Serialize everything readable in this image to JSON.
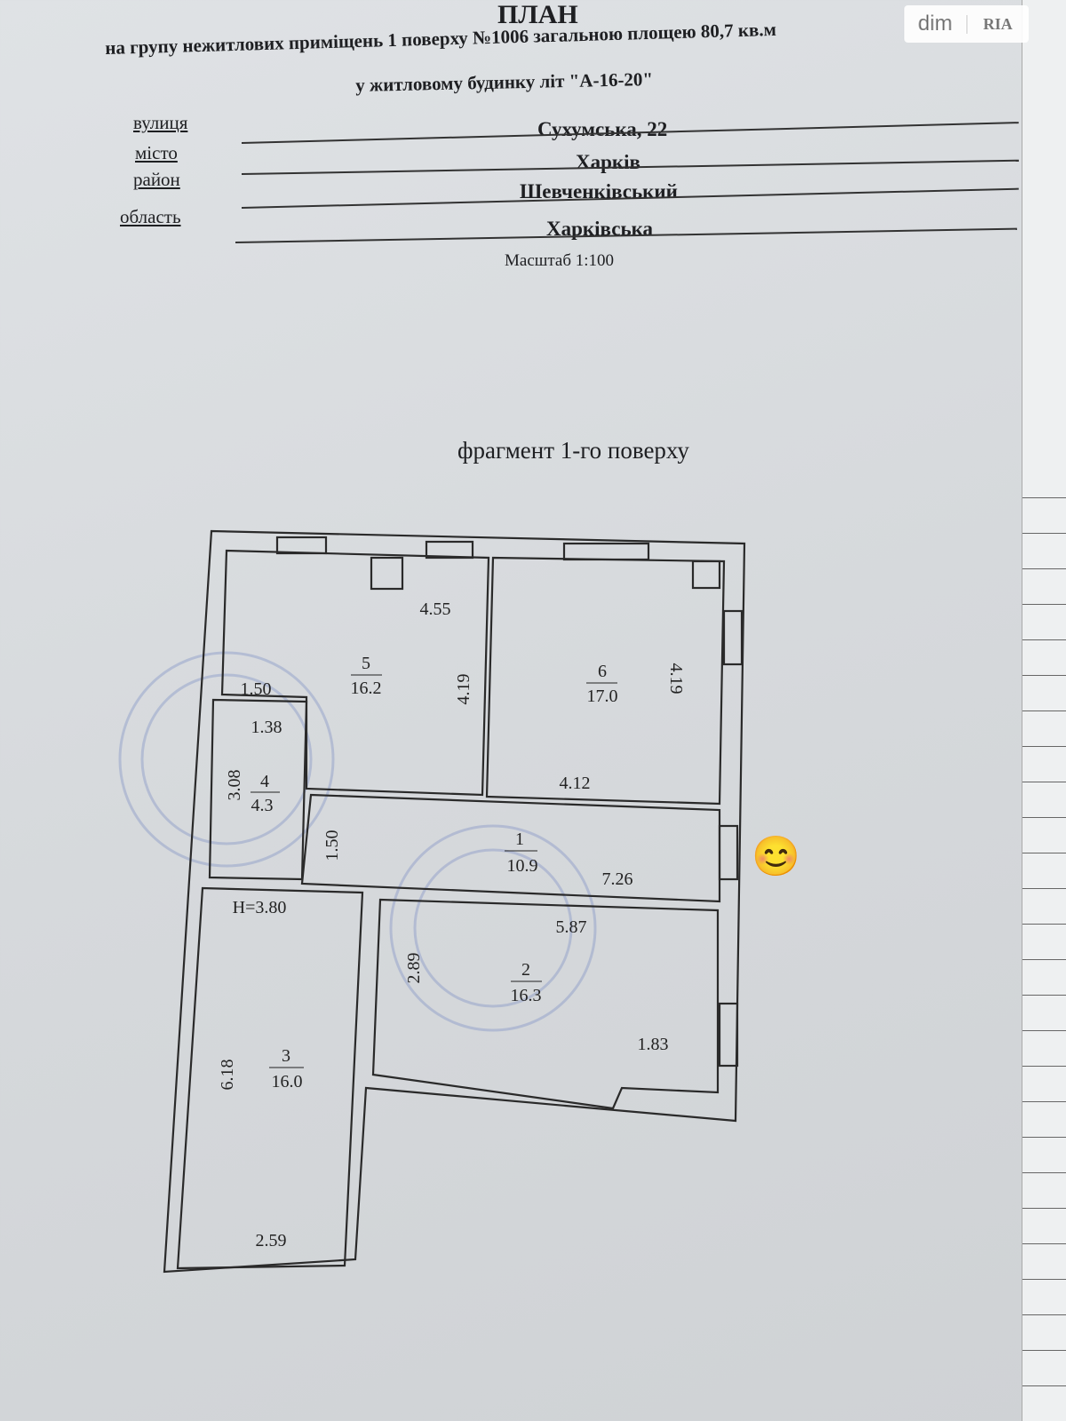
{
  "header": {
    "title": "ПЛАН",
    "subtitle_line1": "на групу нежитлових приміщень 1 поверху №1006 загальною площею 80,7 кв.м",
    "subtitle_line2": "у житловому будинку літ \"А-16-20\""
  },
  "address": {
    "street_label": "вулиця",
    "street": "Сухумська, 22",
    "city_label": "місто",
    "city": "Харків",
    "district_label": "район",
    "district": "Шевченківський",
    "region_label": "область",
    "region": "Харківська"
  },
  "scale": "Масштаб 1:100",
  "fragment_title": "фрагмент 1-го поверху",
  "watermark": {
    "left": "dim",
    "right": "RIA"
  },
  "rooms": [
    {
      "number": "1",
      "area": "10.9"
    },
    {
      "number": "2",
      "area": "16.3"
    },
    {
      "number": "3",
      "area": "16.0"
    },
    {
      "number": "4",
      "area": "4.3"
    },
    {
      "number": "5",
      "area": "16.2"
    },
    {
      "number": "6",
      "area": "17.0"
    }
  ],
  "dimensions": {
    "r5_width": "4.55",
    "r5_height": "4.19",
    "r6_height": "4.19",
    "r6_width": "4.12",
    "r4_top": "1.50",
    "r4_width": "1.38",
    "r4_height": "3.08",
    "corridor_width": "1.50",
    "corridor_length": "7.26",
    "r2_width": "5.87",
    "r2_height": "2.89",
    "r2_side": "1.83",
    "r3_height": "6.18",
    "r3_width": "2.59",
    "ceiling_height": "H=3.80"
  },
  "emoji": "😊"
}
